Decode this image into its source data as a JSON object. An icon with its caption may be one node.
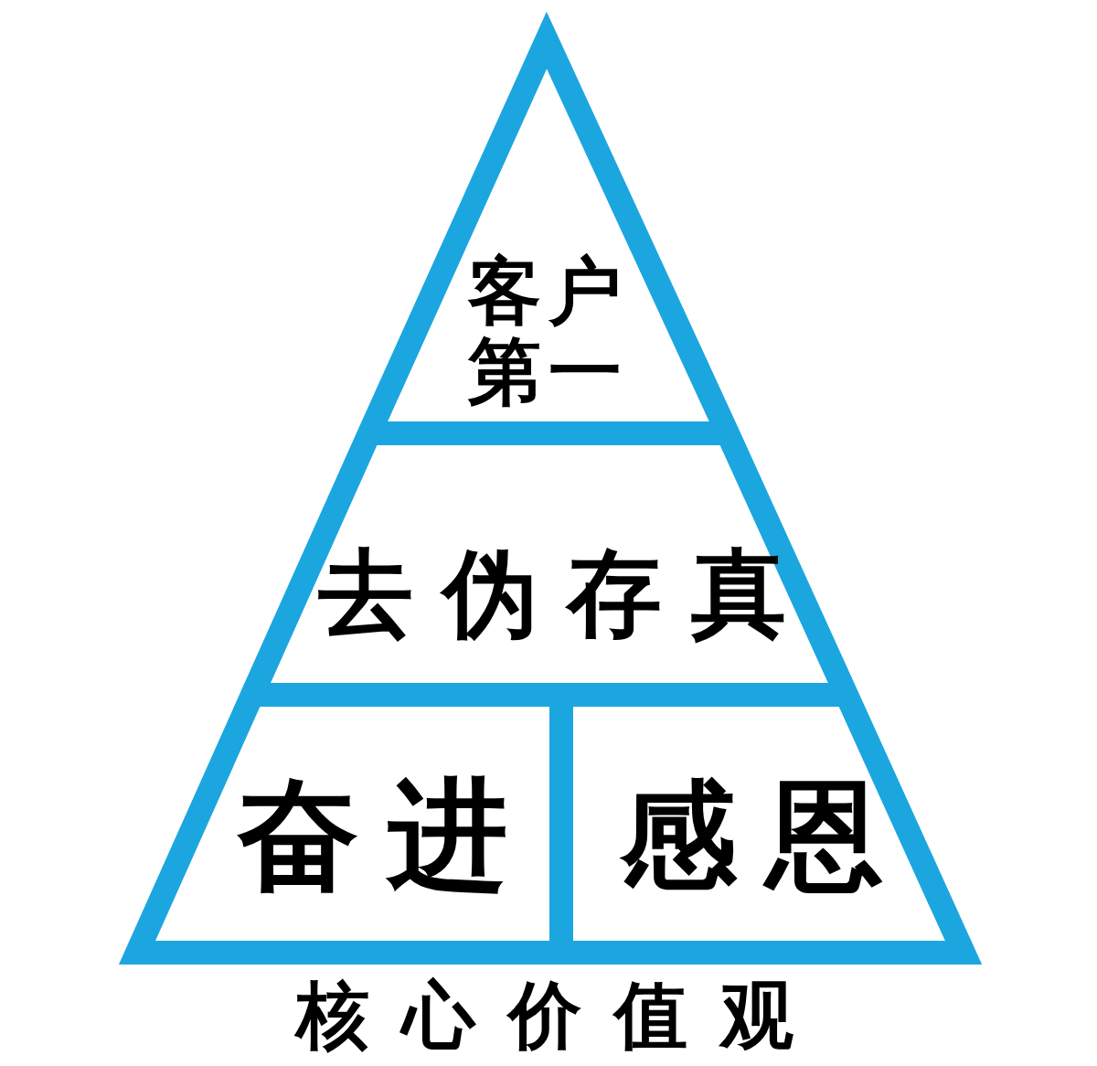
{
  "diagram": {
    "caption": "核心价值观",
    "nodes": [
      {
        "text": [
          "客户第一"
        ]
      },
      {
        "text": [
          "去伪存真"
        ]
      },
      {
        "text": [
          "奋进"
        ]
      },
      {
        "text": [
          "感恩"
        ]
      }
    ]
  }
}
